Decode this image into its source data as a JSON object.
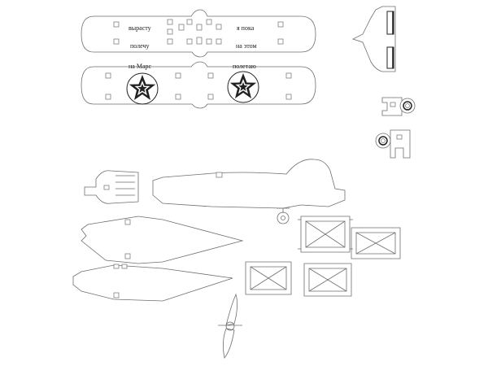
{
  "wing_top": {
    "texts": [
      "вырасту",
      "я пока",
      "полечу",
      "на этом"
    ]
  },
  "wing_bottom": {
    "texts": [
      "на Марс",
      "полетаю"
    ]
  },
  "colors": {
    "line": "#6f6f6f",
    "ink": "#222222",
    "background": "#ffffff"
  },
  "icons": [
    "star-icon",
    "star-icon"
  ]
}
